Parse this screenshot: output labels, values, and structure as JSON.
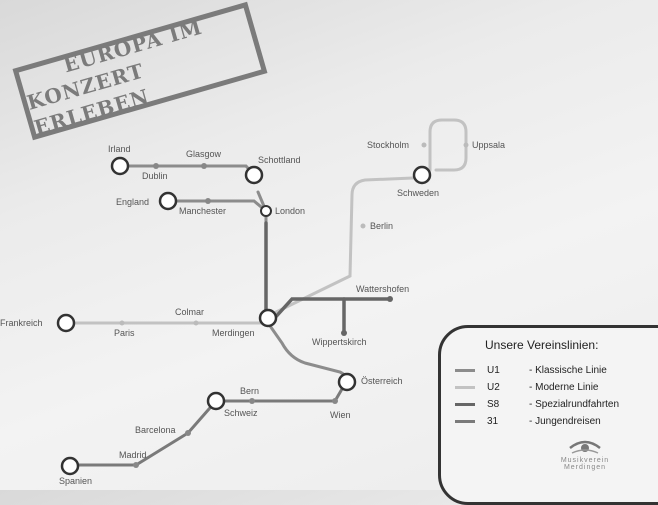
{
  "stamp": {
    "line1": "Europa im",
    "line2": "Konzert erleben"
  },
  "stations": {
    "irland": "Irland",
    "dublin": "Dublin",
    "glasgow": "Glasgow",
    "schottland": "Schottland",
    "england": "England",
    "manchester": "Manchester",
    "london": "London",
    "stockholm": "Stockholm",
    "uppsala": "Uppsala",
    "schweden": "Schweden",
    "berlin": "Berlin",
    "wattershofen": "Wattershofen",
    "wippertskirch": "Wippertskirch",
    "frankreich": "Frankreich",
    "paris": "Paris",
    "colmar": "Colmar",
    "merdingen": "Merdingen",
    "oesterreich": "Österreich",
    "wien": "Wien",
    "bern": "Bern",
    "schweiz": "Schweiz",
    "barcelona": "Barcelona",
    "madrid": "Madrid",
    "spanien": "Spanien"
  },
  "legend": {
    "title": "Unsere Vereinslinien:",
    "rows": [
      {
        "code": "U1",
        "label": "- Klassische Linie",
        "color": "#8c8c8c"
      },
      {
        "code": "U2",
        "label": "- Moderne Linie",
        "color": "#c2c2c2"
      },
      {
        "code": "S8",
        "label": "- Spezialrundfahrten",
        "color": "#666666"
      },
      {
        "code": "31",
        "label": "- Jungendreisen",
        "color": "#7a7a7a"
      }
    ]
  },
  "logo": {
    "line1": "Musikverein",
    "line2": "Merdingen"
  },
  "colors": {
    "u1": "#8c8c8c",
    "u2": "#c2c2c2",
    "s8": "#666666",
    "r31": "#7a7a7a"
  }
}
